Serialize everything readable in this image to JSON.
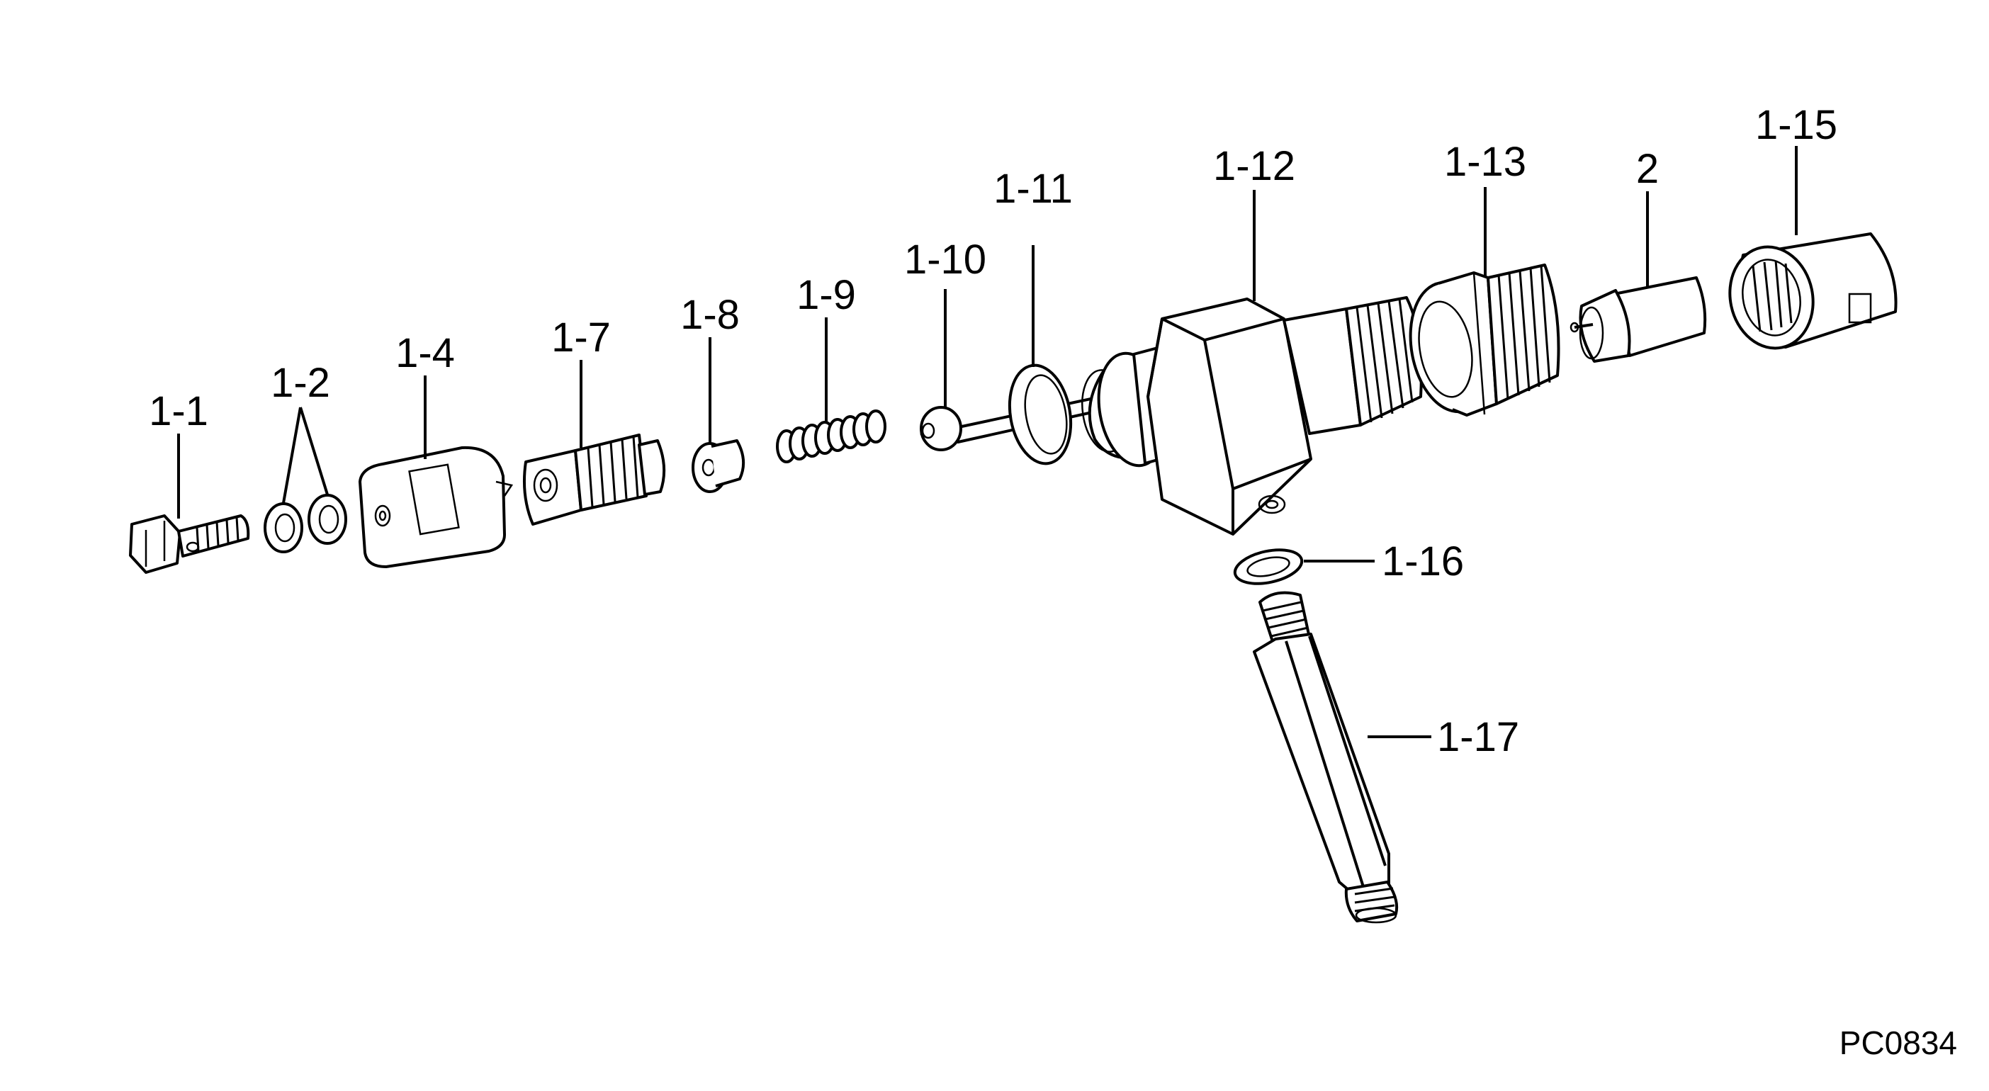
{
  "labels": {
    "p1_1": "1-1",
    "p1_2": "1-2",
    "p1_4": "1-4",
    "p1_7": "1-7",
    "p1_8": "1-8",
    "p1_9": "1-9",
    "p1_10": "1-10",
    "p1_11": "1-11",
    "p1_12": "1-12",
    "p1_13": "1-13",
    "p2": "2",
    "p1_15": "1-15",
    "p1_16": "1-16",
    "p1_17": "1-17"
  },
  "figure_code": "PC0834"
}
